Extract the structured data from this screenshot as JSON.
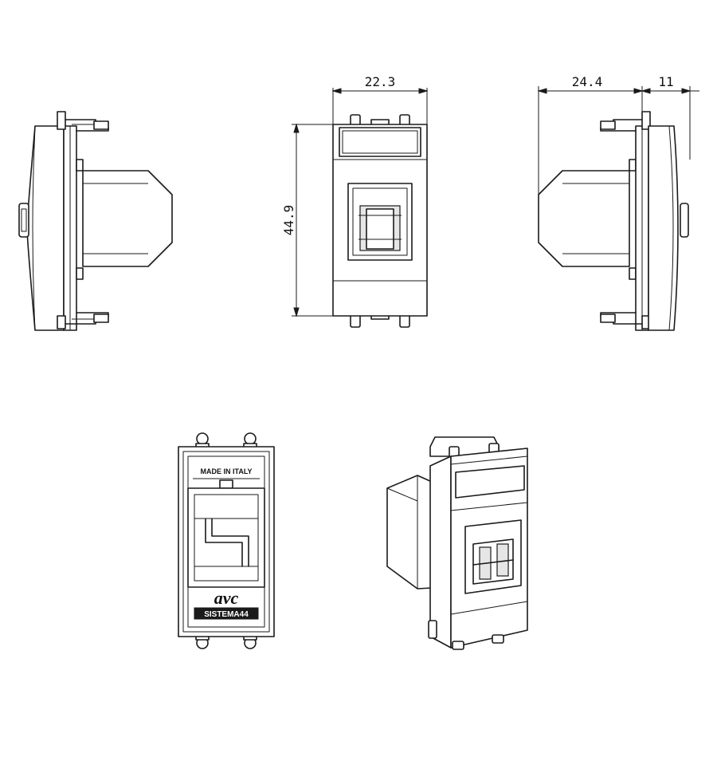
{
  "dimensions": {
    "width": "22.3",
    "height": "44.9",
    "depth": "24.4",
    "front_offset": "11"
  },
  "rear_view": {
    "origin_label": "MADE IN ITALY",
    "brand_logo": "avc",
    "system_plate": "SISTEMA44"
  }
}
